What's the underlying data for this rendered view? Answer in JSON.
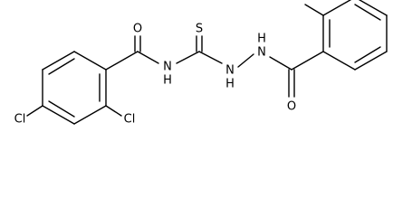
{
  "molecule": {
    "atoms": {
      "cl_para": "Cl",
      "cl_ortho": "Cl",
      "o_amide": "O",
      "nh_amide": "H",
      "nh_amide_n": "N",
      "s_thio": "S",
      "n_hydrazide_1": "N",
      "h_hydrazide_1": "H",
      "n_hydrazide_2": "N",
      "h_hydrazide_2": "H",
      "o_hydrazide": "O"
    }
  }
}
